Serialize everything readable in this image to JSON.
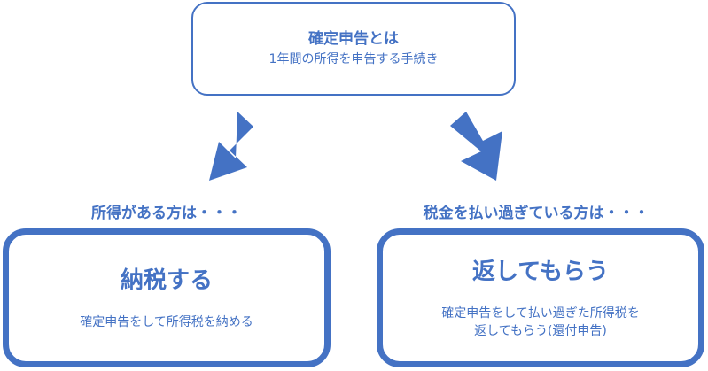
{
  "top": {
    "title": "確定申告とは",
    "subtitle": "1年間の所得を申告する手続き"
  },
  "left": {
    "label": "所得がある方は・・・",
    "title": "納税する",
    "description": "確定申告をして所得税を納める"
  },
  "right": {
    "label": "税金を払い過ぎている方は・・・",
    "title": "返してもらう",
    "description_line1": "確定申告をして払い過ぎた所得税を",
    "description_line2": "返してもらう(還付申告)"
  },
  "colors": {
    "accent": "#4472C4",
    "background": "#FFFFFF"
  }
}
